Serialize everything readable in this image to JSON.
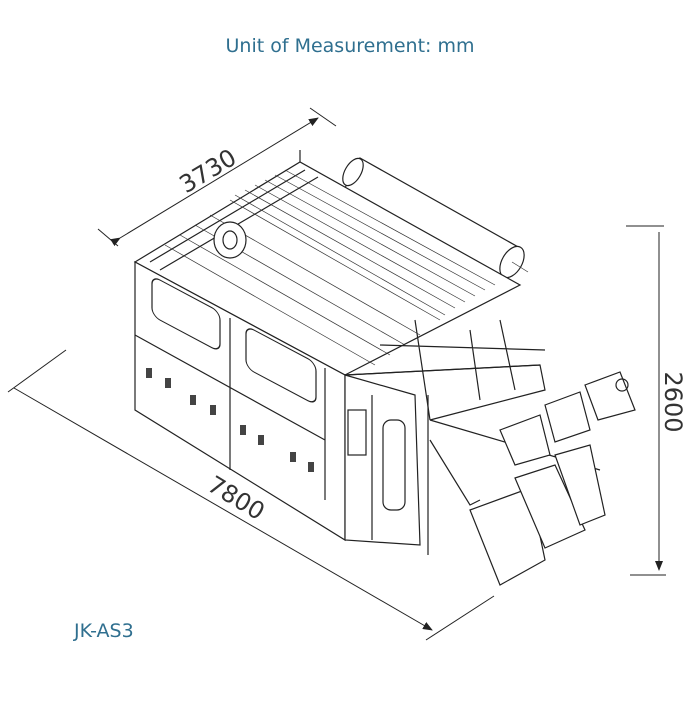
{
  "header": {
    "title": "Unit of Measurement: mm"
  },
  "dimensions": {
    "depth": "3730",
    "length": "7800",
    "height": "2600"
  },
  "model": {
    "name": "JK-AS3"
  },
  "colors": {
    "label_text": "#2f6f8f",
    "line": "#222222"
  }
}
